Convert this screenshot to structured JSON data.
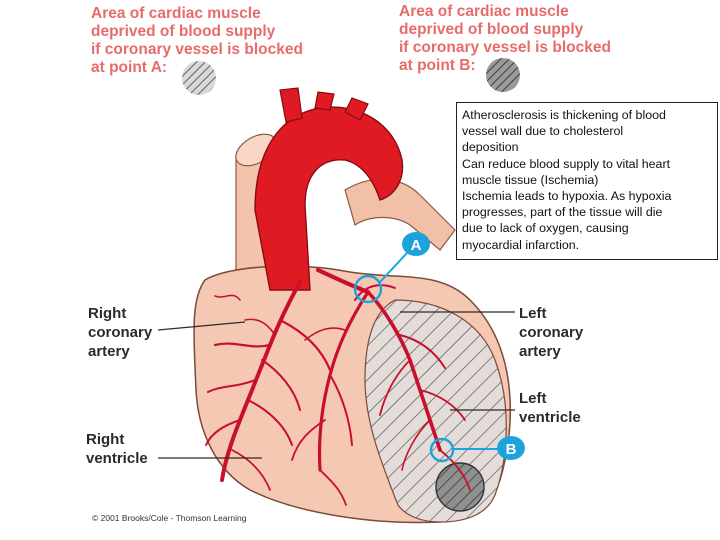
{
  "heading_a": {
    "lines": [
      "Area of cardiac muscle",
      "deprived of blood supply",
      "if coronary vessel is blocked",
      "at point A:"
    ]
  },
  "heading_b": {
    "lines": [
      "Area of cardiac muscle",
      "deprived of blood supply",
      "if coronary vessel is blocked",
      "at point B:"
    ]
  },
  "labels": {
    "right_coronary_artery": [
      "Right",
      "coronary",
      "artery"
    ],
    "left_coronary_artery": [
      "Left",
      "coronary",
      "artery"
    ],
    "left_ventricle": [
      "Left",
      "ventricle"
    ],
    "right_ventricle": [
      "Right",
      "ventricle"
    ]
  },
  "markers": {
    "a": "A",
    "b": "B"
  },
  "note": {
    "lines": [
      "Atherosclerosis is thickening of blood",
      "vessel wall due to cholesterol",
      "deposition",
      "Can reduce blood supply to vital heart",
      "muscle tissue (Ischemia)",
      "Ischemia leads to hypoxia. As hypoxia",
      "progresses, part of the tissue will die",
      "due to lack of oxygen, causing",
      "myocardial infarction."
    ]
  },
  "credit": "© 2001 Brooks/Cole - Thomson Learning",
  "colors": {
    "heading": "#e86b6b",
    "artery_red": "#e01a22",
    "muscle": "#f5c8b4",
    "vein_dark": "#b5122a",
    "marker_blue": "#1da3dc",
    "hatch_area": "#d8d8d8"
  },
  "icons": [
    "hatched-swatch-a-icon",
    "hatched-swatch-b-icon"
  ]
}
